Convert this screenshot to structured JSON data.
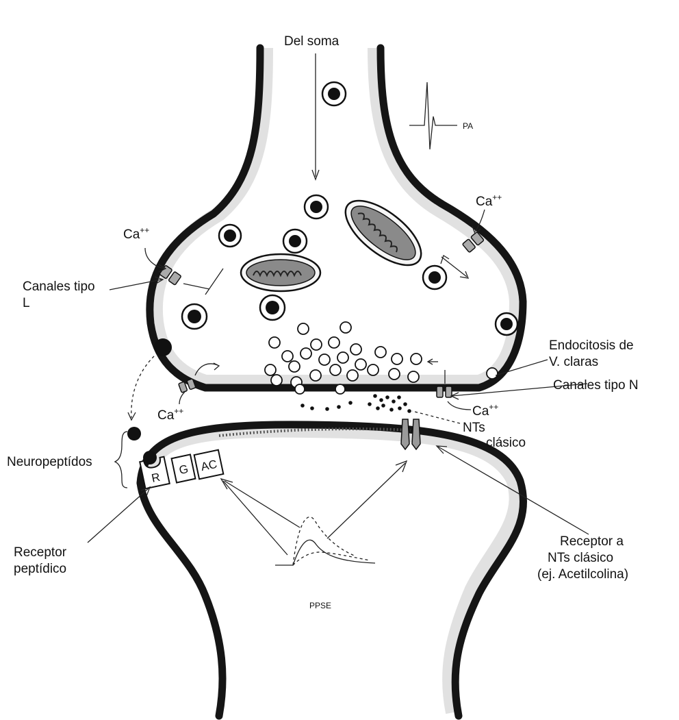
{
  "labels": {
    "del_soma": "Del soma",
    "pa": "PA",
    "ca_symbol": "Ca",
    "ca_charge": "++",
    "canales_tipo_l_line1": "Canales tipo",
    "canales_tipo_l_line2": "L",
    "endocitosis_line1": "Endocitosis de",
    "endocitosis_line2": "V. claras",
    "canales_tipo_n": "Canales tipo N",
    "nts_clasico_line1": "NTs",
    "nts_clasico_line2": "clásico",
    "neuropeptidos": "Neuropeptídos",
    "receptor_peptidico_line1": "Receptor",
    "receptor_peptidico_line2": "peptídico",
    "receptor_nts_line1": "Receptor a",
    "receptor_nts_line2": "NTs clásico",
    "receptor_nts_line3": "(ej. Acetilcolina)",
    "ppse": "PPSE",
    "box_r": "R",
    "box_g": "G",
    "box_ac": "AC"
  },
  "colors": {
    "membrane": "#151515",
    "mitochondria_fill": "#8a8a8a",
    "vesicle_dense": "#111111",
    "background": "#ffffff"
  }
}
